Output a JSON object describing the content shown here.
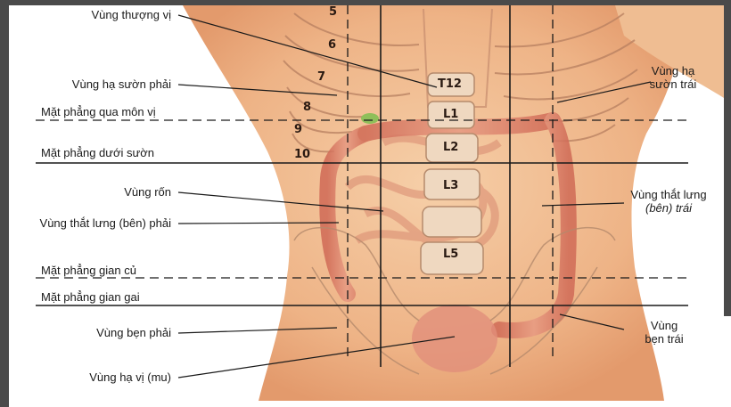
{
  "colors": {
    "skin": "#f2c29a",
    "skin_shadow": "#e09a70",
    "colon": "#d9826a",
    "line": "#1a1a1a",
    "frame": "#4a4a4a"
  },
  "labels": {
    "epigastric": "Vùng thượng vị",
    "right_hypochondriac": "Vùng hạ sườn phải",
    "transpyloric_plane": "Mặt phẳng qua môn vị",
    "subcostal_plane": "Mặt phẳng dưới sườn",
    "umbilical": "Vùng rốn",
    "right_lumbar": "Vùng thắt lưng (bên) phải",
    "intertubercular_plane": "Mặt phẳng gian củ",
    "interspinous_plane": "Mặt phẳng gian gai",
    "right_inguinal": "Vùng bẹn phải",
    "hypogastric": "Vùng hạ vị (mu)",
    "left_hypochondriac_1": "Vùng hạ",
    "left_hypochondriac_2": "sườn trái",
    "left_lumbar_1": "Vùng thắt lưng",
    "left_lumbar_2": "(bên) trái",
    "left_inguinal_1": "Vùng",
    "left_inguinal_2": "bẹn trái"
  },
  "ribs": [
    "5",
    "6",
    "7",
    "8",
    "9",
    "10"
  ],
  "vertebrae": [
    "T12",
    "L1",
    "L2",
    "L3",
    "L5"
  ]
}
